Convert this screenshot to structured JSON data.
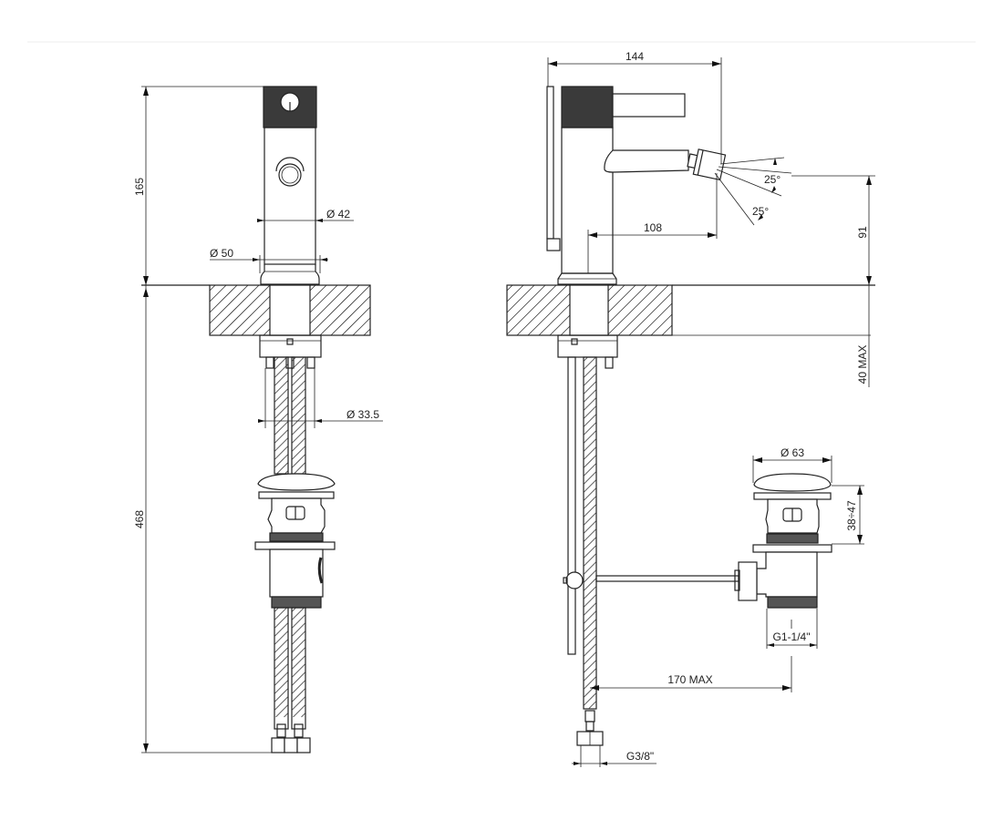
{
  "drawing": {
    "front_view": {
      "height_above_deck": "165",
      "total_height": "468",
      "body_diameter": "Ø 42",
      "base_diameter": "Ø 50",
      "hose_diameter": "Ø 33.5"
    },
    "side_view": {
      "total_depth": "144",
      "spout_reach": "108",
      "spout_height": "91",
      "angle_up": "25°",
      "angle_down": "25°",
      "deck_thickness": "40 MAX",
      "waste_diameter": "Ø 63",
      "waste_adjust": "38÷47",
      "waste_thread": "G1-1/4\"",
      "rod_length": "170 MAX",
      "hose_thread": "G3/8\""
    }
  }
}
